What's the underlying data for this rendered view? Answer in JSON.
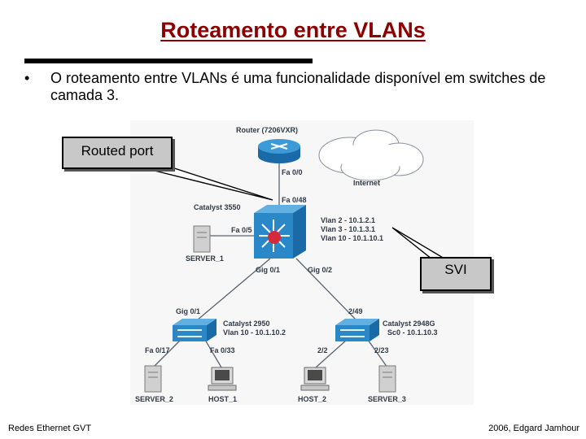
{
  "slide": {
    "title": "Roteamento entre VLANs",
    "bullet_text": "O roteamento entre VLANs é uma funcionalidade disponível em switches de camada 3.",
    "footer_left": "Redes Ethernet GVT",
    "footer_right": "2006, Edgard Jamhour"
  },
  "callouts": {
    "routed_port": "Routed port",
    "svi": "SVI"
  },
  "diagram": {
    "router_label": "Router (7206VXR)",
    "internet_label": "Internet",
    "fa00": "Fa 0/0",
    "fa048": "Fa 0/48",
    "catalyst3550": "Catalyst 3550",
    "fa05": "Fa 0/5",
    "vlan2": "Vlan 2 - 10.1.2.1",
    "vlan3": "Vlan 3 - 10.1.3.1",
    "vlan10": "Vlan 10 - 10.1.10.1",
    "server1": "SERVER_1",
    "gig01_top": "Gig 0/1",
    "gig02_top": "Gig 0/2",
    "gig01_left": "Gig 0/1",
    "port_249": "2/49",
    "catalyst2950": "Catalyst 2950",
    "vlan10_sw": "Vlan 10 - 10.1.10.2",
    "catalyst2948": "Catalyst 2948G",
    "sc0": "Sc0 - 10.1.10.3",
    "fa017": "Fa 0/17",
    "fa033": "Fa 0/33",
    "port_22": "2/2",
    "port_223": "2/23",
    "server2": "SERVER_2",
    "host1": "HOST_1",
    "host2": "HOST_2",
    "server3": "SERVER_3"
  },
  "colors": {
    "title": "#8b0000",
    "device_blue": "#2b88c8",
    "router_red": "#d42a3c"
  }
}
